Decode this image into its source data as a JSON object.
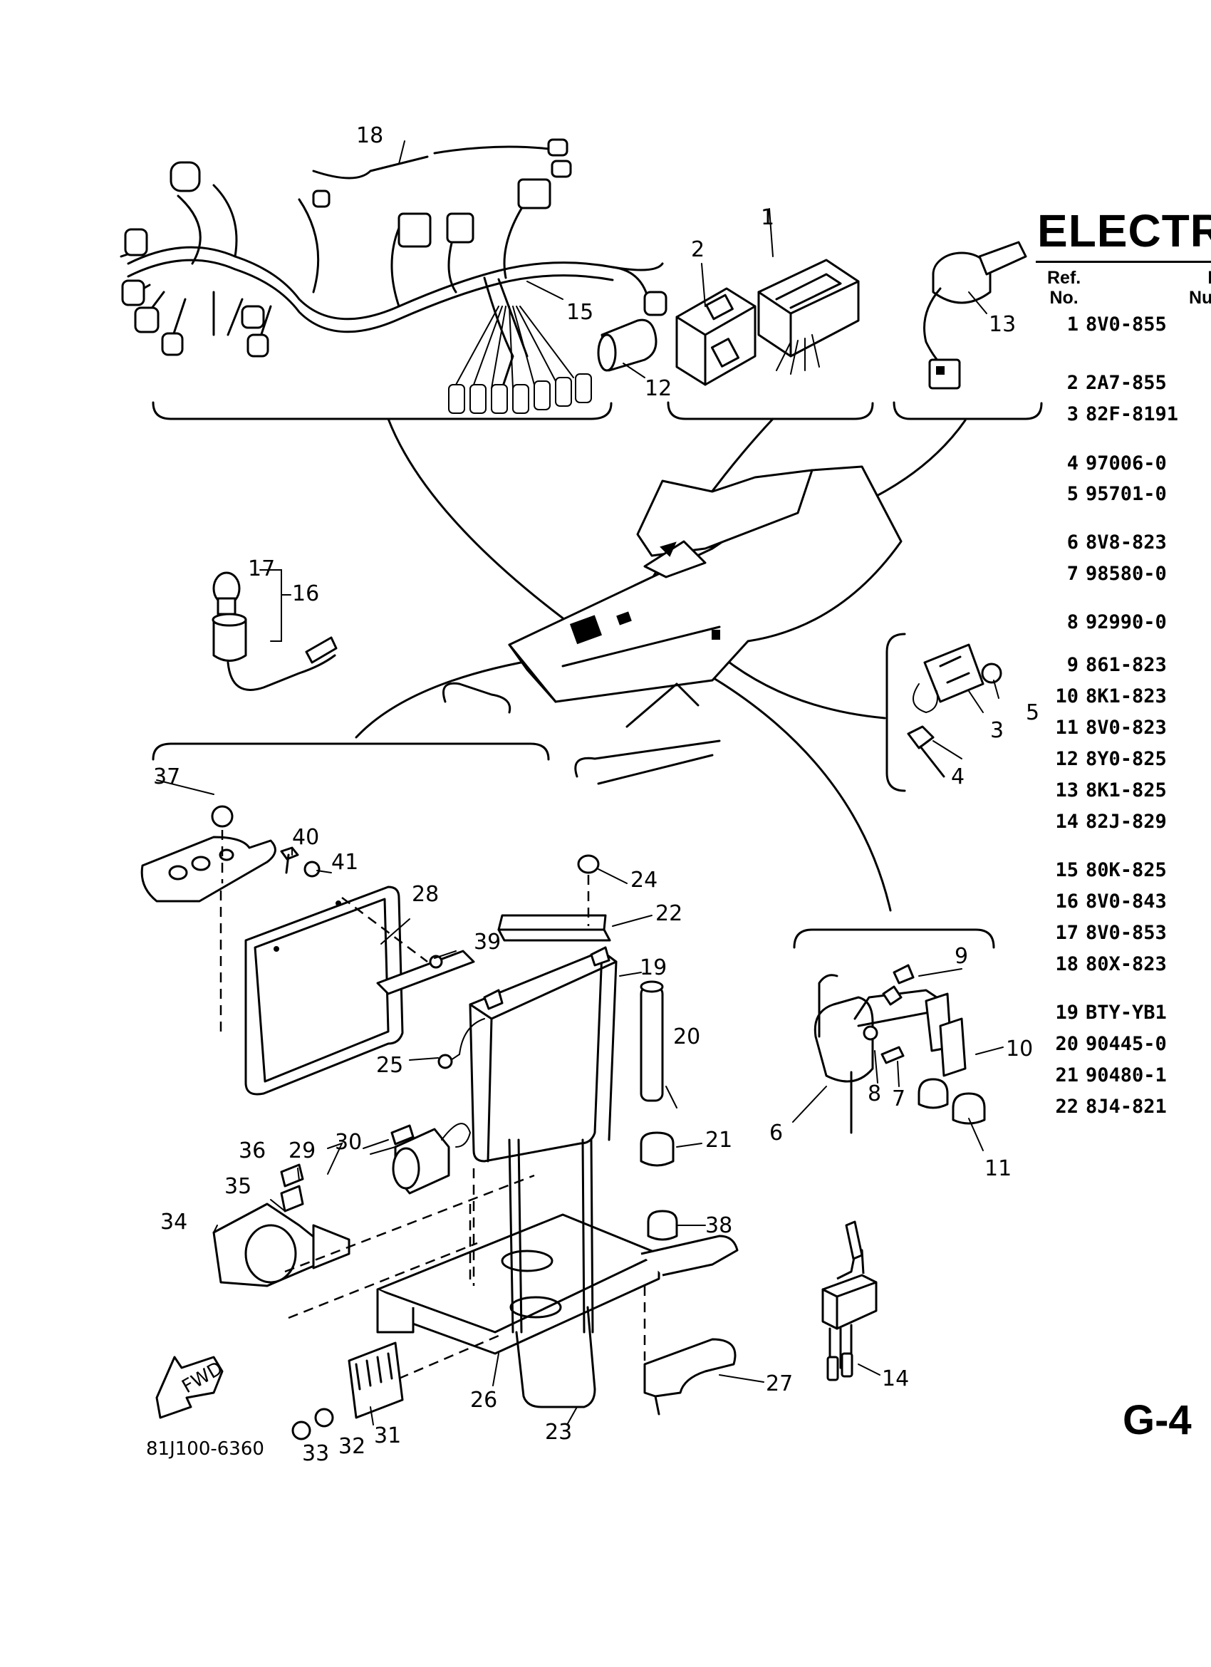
{
  "diagram_code": "81J100-6360",
  "fwd_label": "FWD",
  "callouts": [
    "1",
    "2",
    "3",
    "4",
    "5",
    "6",
    "7",
    "8",
    "9",
    "10",
    "11",
    "12",
    "13",
    "14",
    "15",
    "16",
    "17",
    "18",
    "19",
    "20",
    "21",
    "22",
    "23",
    "24",
    "25",
    "26",
    "27",
    "28",
    "29",
    "30",
    "31",
    "32",
    "33",
    "34",
    "35",
    "36",
    "37",
    "38",
    "39",
    "40",
    "41"
  ],
  "parts_panel": {
    "title": "ELECTRI",
    "header_ref": "Ref.\nNo.",
    "header_part": "P\nNur",
    "rows": [
      {
        "ref": "1",
        "part": "8V0-855"
      },
      {
        "ref": "2",
        "part": "2A7-855"
      },
      {
        "ref": "3",
        "part": "82F-8191"
      },
      {
        "ref": "4",
        "part": "97006-0"
      },
      {
        "ref": "5",
        "part": "95701-0"
      },
      {
        "ref": "6",
        "part": "8V8-823"
      },
      {
        "ref": "7",
        "part": "98580-0"
      },
      {
        "ref": "8",
        "part": "92990-0"
      },
      {
        "ref": "9",
        "part": "861-823"
      },
      {
        "ref": "10",
        "part": "8K1-823"
      },
      {
        "ref": "11",
        "part": "8V0-823"
      },
      {
        "ref": "12",
        "part": "8Y0-825"
      },
      {
        "ref": "13",
        "part": "8K1-825"
      },
      {
        "ref": "14",
        "part": "82J-829"
      },
      {
        "ref": "15",
        "part": "80K-825"
      },
      {
        "ref": "16",
        "part": "8V0-843"
      },
      {
        "ref": "17",
        "part": "8V0-853"
      },
      {
        "ref": "18",
        "part": "80X-823"
      },
      {
        "ref": "19",
        "part": "BTY-YB1"
      },
      {
        "ref": "20",
        "part": "90445-0"
      },
      {
        "ref": "21",
        "part": "90480-1"
      },
      {
        "ref": "22",
        "part": "8J4-821"
      }
    ]
  },
  "page_id": "G-4"
}
